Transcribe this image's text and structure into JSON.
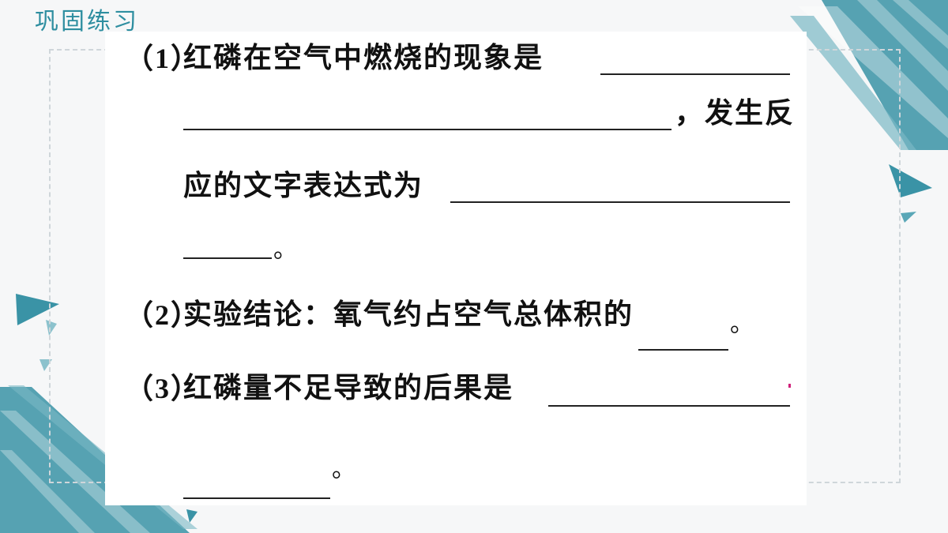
{
  "header": {
    "title": "巩固练习"
  },
  "questions": {
    "q1": {
      "number": "（1）",
      "line1_text": "红磷在空气中燃烧的现象是",
      "line2_text": "，发生反",
      "line3_text": "应的文字表达式为",
      "line4_end": "。"
    },
    "q2": {
      "number": "（2）",
      "text": "实验结论：氧气约占空气总体积的",
      "end": "。"
    },
    "q3": {
      "number": "（3）",
      "text": "红磷量不足导致的后果是",
      "end": "。"
    }
  },
  "colors": {
    "accent": "#2e8ea0",
    "accent_light": "#7ab8c4",
    "text": "#111111",
    "mark": "#d0207a"
  }
}
